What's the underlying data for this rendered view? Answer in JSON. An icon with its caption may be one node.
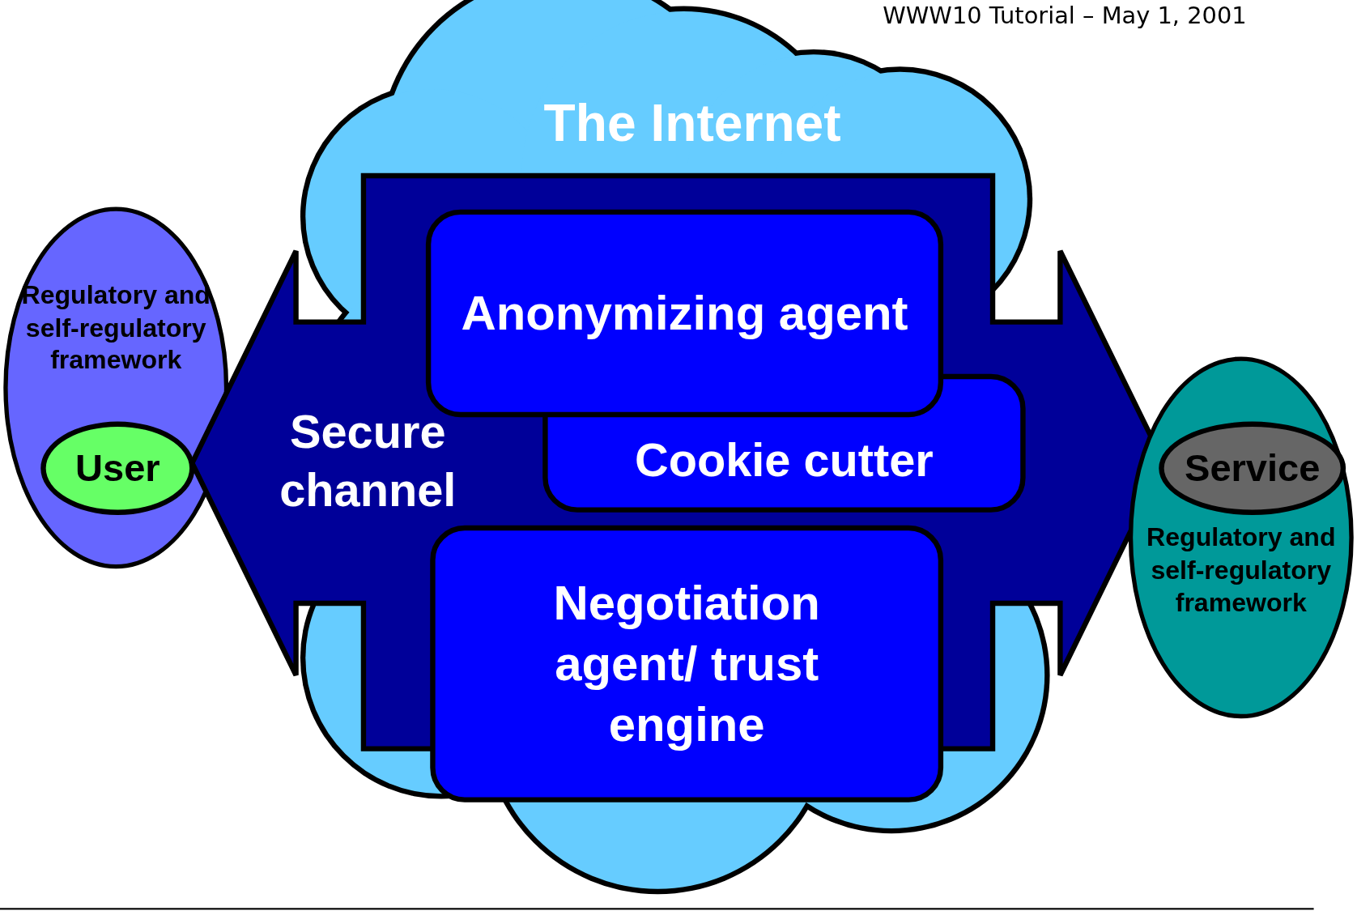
{
  "diagram": {
    "nodes": [
      {
        "text": [
          "The Internet"
        ]
      },
      {
        "text": [
          "Secure channel"
        ]
      },
      {
        "text": [
          "Anonymizing agent"
        ]
      },
      {
        "text": [
          "Cookie cutter"
        ]
      },
      {
        "text": [
          "Negotiation agent/ trust engine"
        ],
        "in": 0
      },
      {
        "text": [
          "Regulatory and self-regulatory framework"
        ]
      },
      {
        "text": [
          "User"
        ],
        "in": 5
      },
      {
        "text": [
          "Regulatory and self-regulatory framework"
        ]
      },
      {
        "text": [
          "Service"
        ],
        "in": 7
      }
    ],
    "edges": [],
    "labels": [
      "WWW10 Tutorial – May 1, 2001"
    ]
  }
}
